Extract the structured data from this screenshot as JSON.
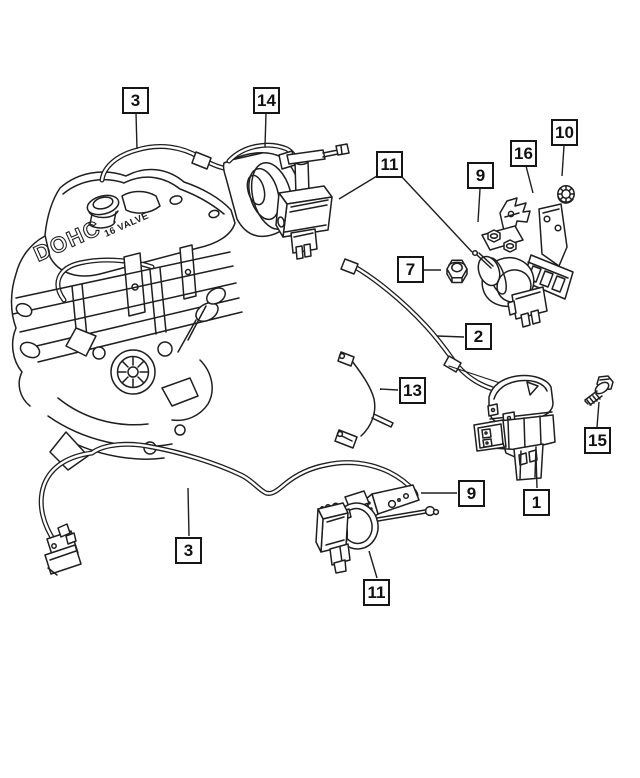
{
  "page": {
    "background": "#ffffff",
    "ink": "#1f1f1f"
  },
  "engine": {
    "cover_text": "DOHC",
    "cover_text_2": "16 VALVE"
  },
  "callouts": [
    {
      "label": "3"
    },
    {
      "label": "14"
    },
    {
      "label": "11"
    },
    {
      "label": "9"
    },
    {
      "label": "16"
    },
    {
      "label": "10"
    },
    {
      "label": "7"
    },
    {
      "label": "2"
    },
    {
      "label": "13"
    },
    {
      "label": "15"
    },
    {
      "label": "1"
    },
    {
      "label": "9"
    },
    {
      "label": "3"
    },
    {
      "label": "11"
    }
  ]
}
